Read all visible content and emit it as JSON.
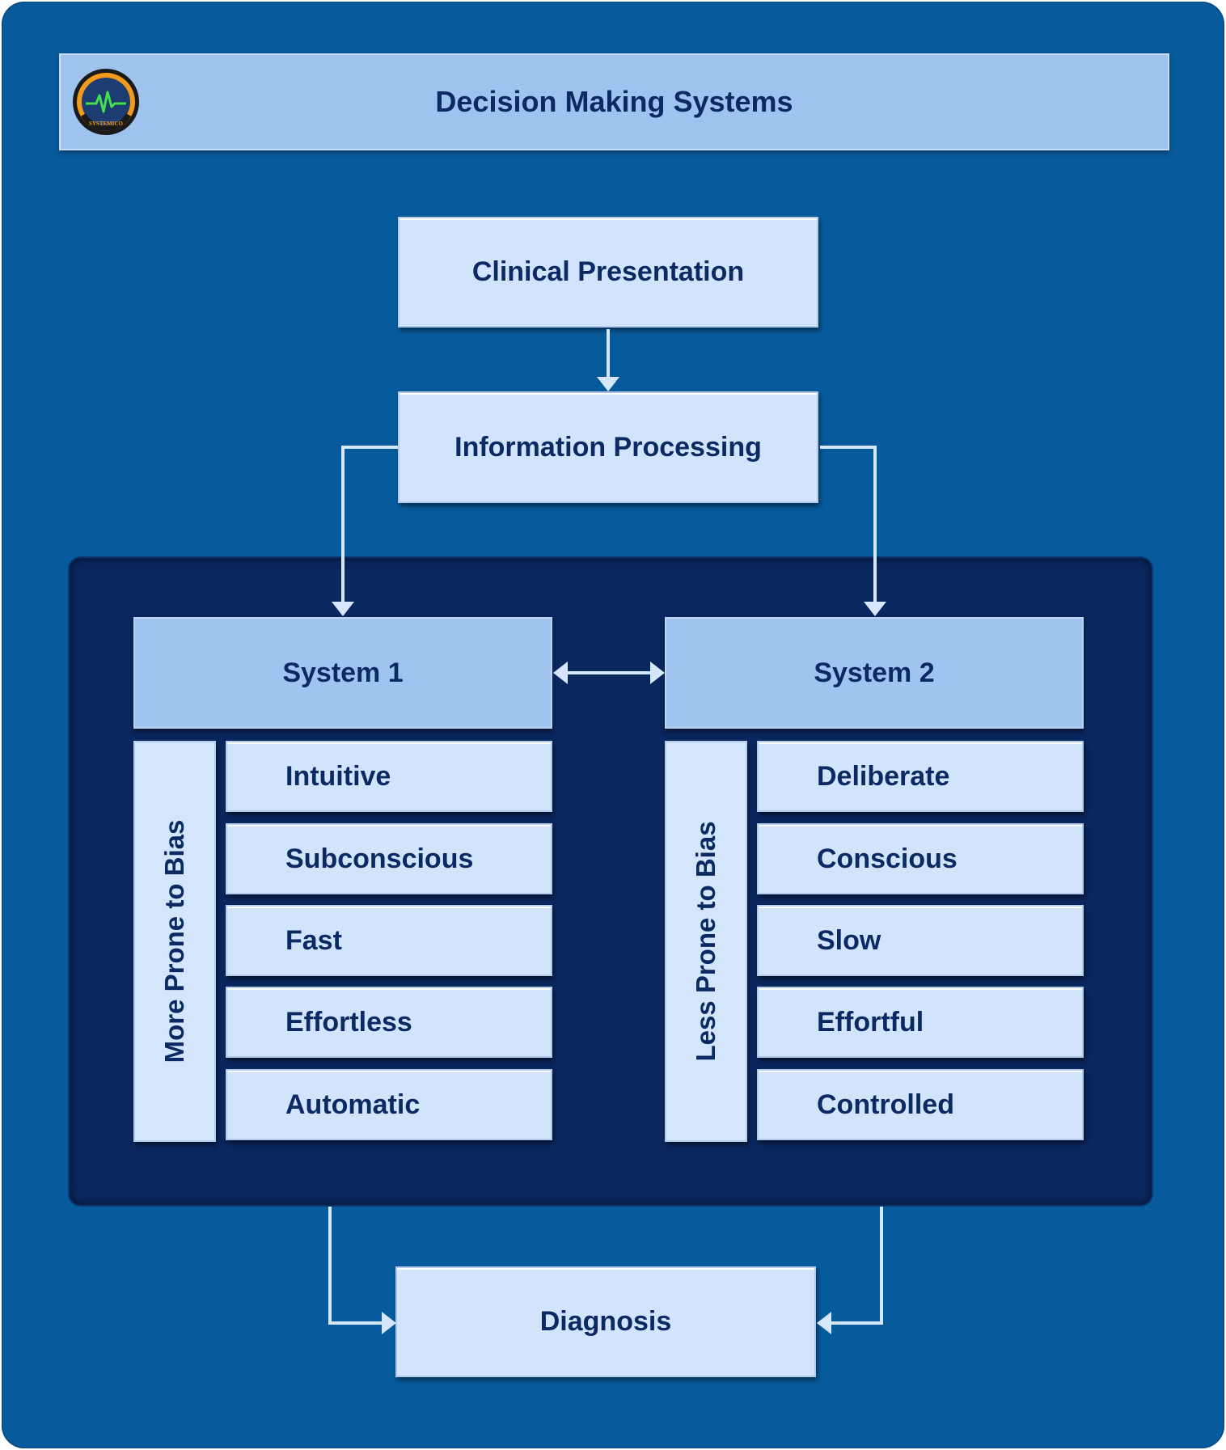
{
  "title": "Decision Making Systems",
  "logo": {
    "icon": "systemico-logo-icon",
    "text": "SYSTEMICO"
  },
  "nodes": {
    "clinical": "Clinical Presentation",
    "info": "Information Processing",
    "diagnosis": "Diagnosis"
  },
  "system1": {
    "label": "System 1",
    "side_label": "More Prone to Bias",
    "traits": [
      "Intuitive",
      "Subconscious",
      "Fast",
      "Effortless",
      "Automatic"
    ]
  },
  "system2": {
    "label": "System 2",
    "side_label": "Less Prone to Bias",
    "traits": [
      "Deliberate",
      "Conscious",
      "Slow",
      "Effortful",
      "Controlled"
    ]
  },
  "colors": {
    "background": "#075b9d",
    "inner_panel": "#0a2860",
    "box": "#d2e4fb",
    "header_box": "#9ec4ef",
    "text": "#0b2a63",
    "arrow": "#d6e6fb"
  }
}
